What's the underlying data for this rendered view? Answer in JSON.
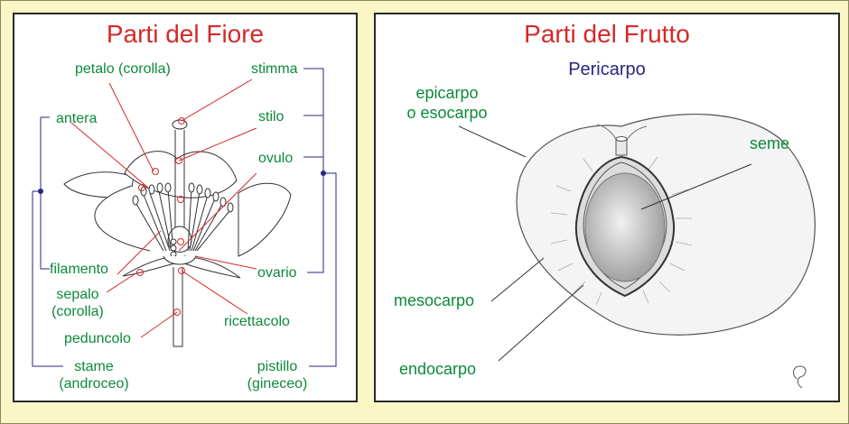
{
  "flower": {
    "title": "Parti del Fiore",
    "labels": {
      "petalo": "petalo (corolla)",
      "stimma": "stimma",
      "antera": "antera",
      "stilo": "stilo",
      "ovulo": "ovulo",
      "filamento": "filamento",
      "ovario": "ovario",
      "sepalo_1": "sepalo",
      "sepalo_2": "(corolla)",
      "ricettacolo": "ricettacolo",
      "peduncolo": "peduncolo",
      "stame_1": "stame",
      "stame_2": "(androceo)",
      "pistillo_1": "pistillo",
      "pistillo_2": "(gineceo)"
    }
  },
  "fruit": {
    "title": "Parti del Frutto",
    "subtitle": "Pericarpo",
    "labels": {
      "epicarpo_1": "epicarpo",
      "epicarpo_2": "o esocarpo",
      "seme": "seme",
      "mesocarpo": "mesocarpo",
      "endocarpo": "endocarpo"
    }
  },
  "colors": {
    "background": "#fbf6c6",
    "title": "#d42a2a",
    "subtitle": "#2a2580",
    "label": "#0c8a3a",
    "pointer_flower": "#d42a2a",
    "bracket": "#2a2580"
  }
}
